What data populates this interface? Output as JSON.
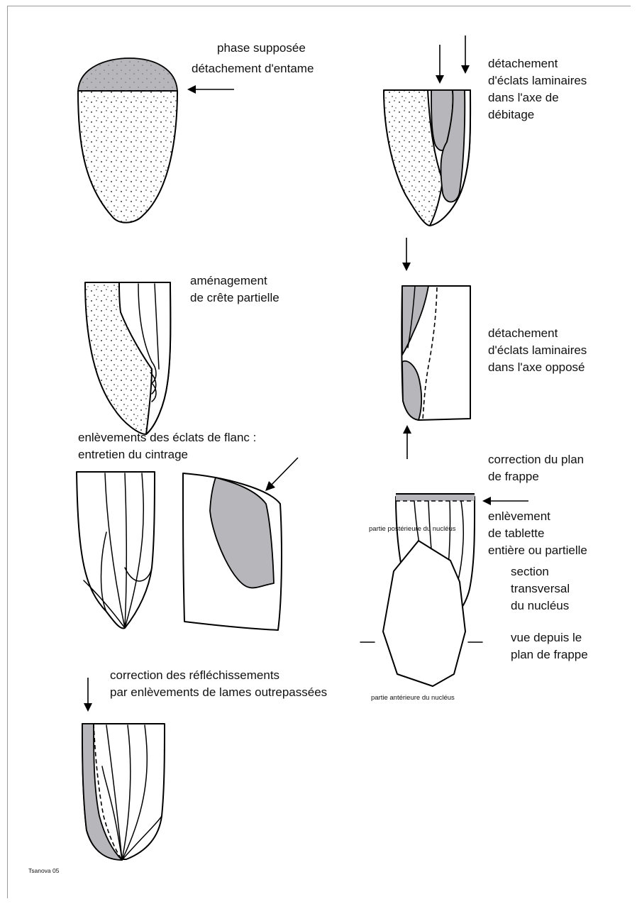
{
  "labels": {
    "phase_supposee": "phase supposée",
    "detachement_entame": "détachement d'entame",
    "eclats_axe_debitage": "détachement\nd'éclats laminaires\ndans l'axe de\ndébitage",
    "amenagement_crete": "aménagement\nde crête partielle",
    "eclats_axe_oppose": "détachement\nd'éclats laminaires\ndans l'axe opposé",
    "eclats_flanc": "enlèvements des éclats de flanc :\nentretien du cintrage",
    "correction_plan": "correction du plan\nde frappe",
    "tablette": "enlèvement\nde tablette\nentière ou partielle",
    "reflechissements": "correction des réfléchissements\npar enlèvements de lames outrepassées",
    "partie_posterieure": "partie postérieure du nucléus",
    "section": "section\ntransversal\ndu nucléus",
    "vue_plan": "vue depuis le\nplan de frappe",
    "partie_anterieure": "partie antérieure du nucléus",
    "credit": "Tsanova 05"
  },
  "colors": {
    "removal_fill": "#b7b7bb",
    "outline": "#000000",
    "background": "#ffffff"
  }
}
